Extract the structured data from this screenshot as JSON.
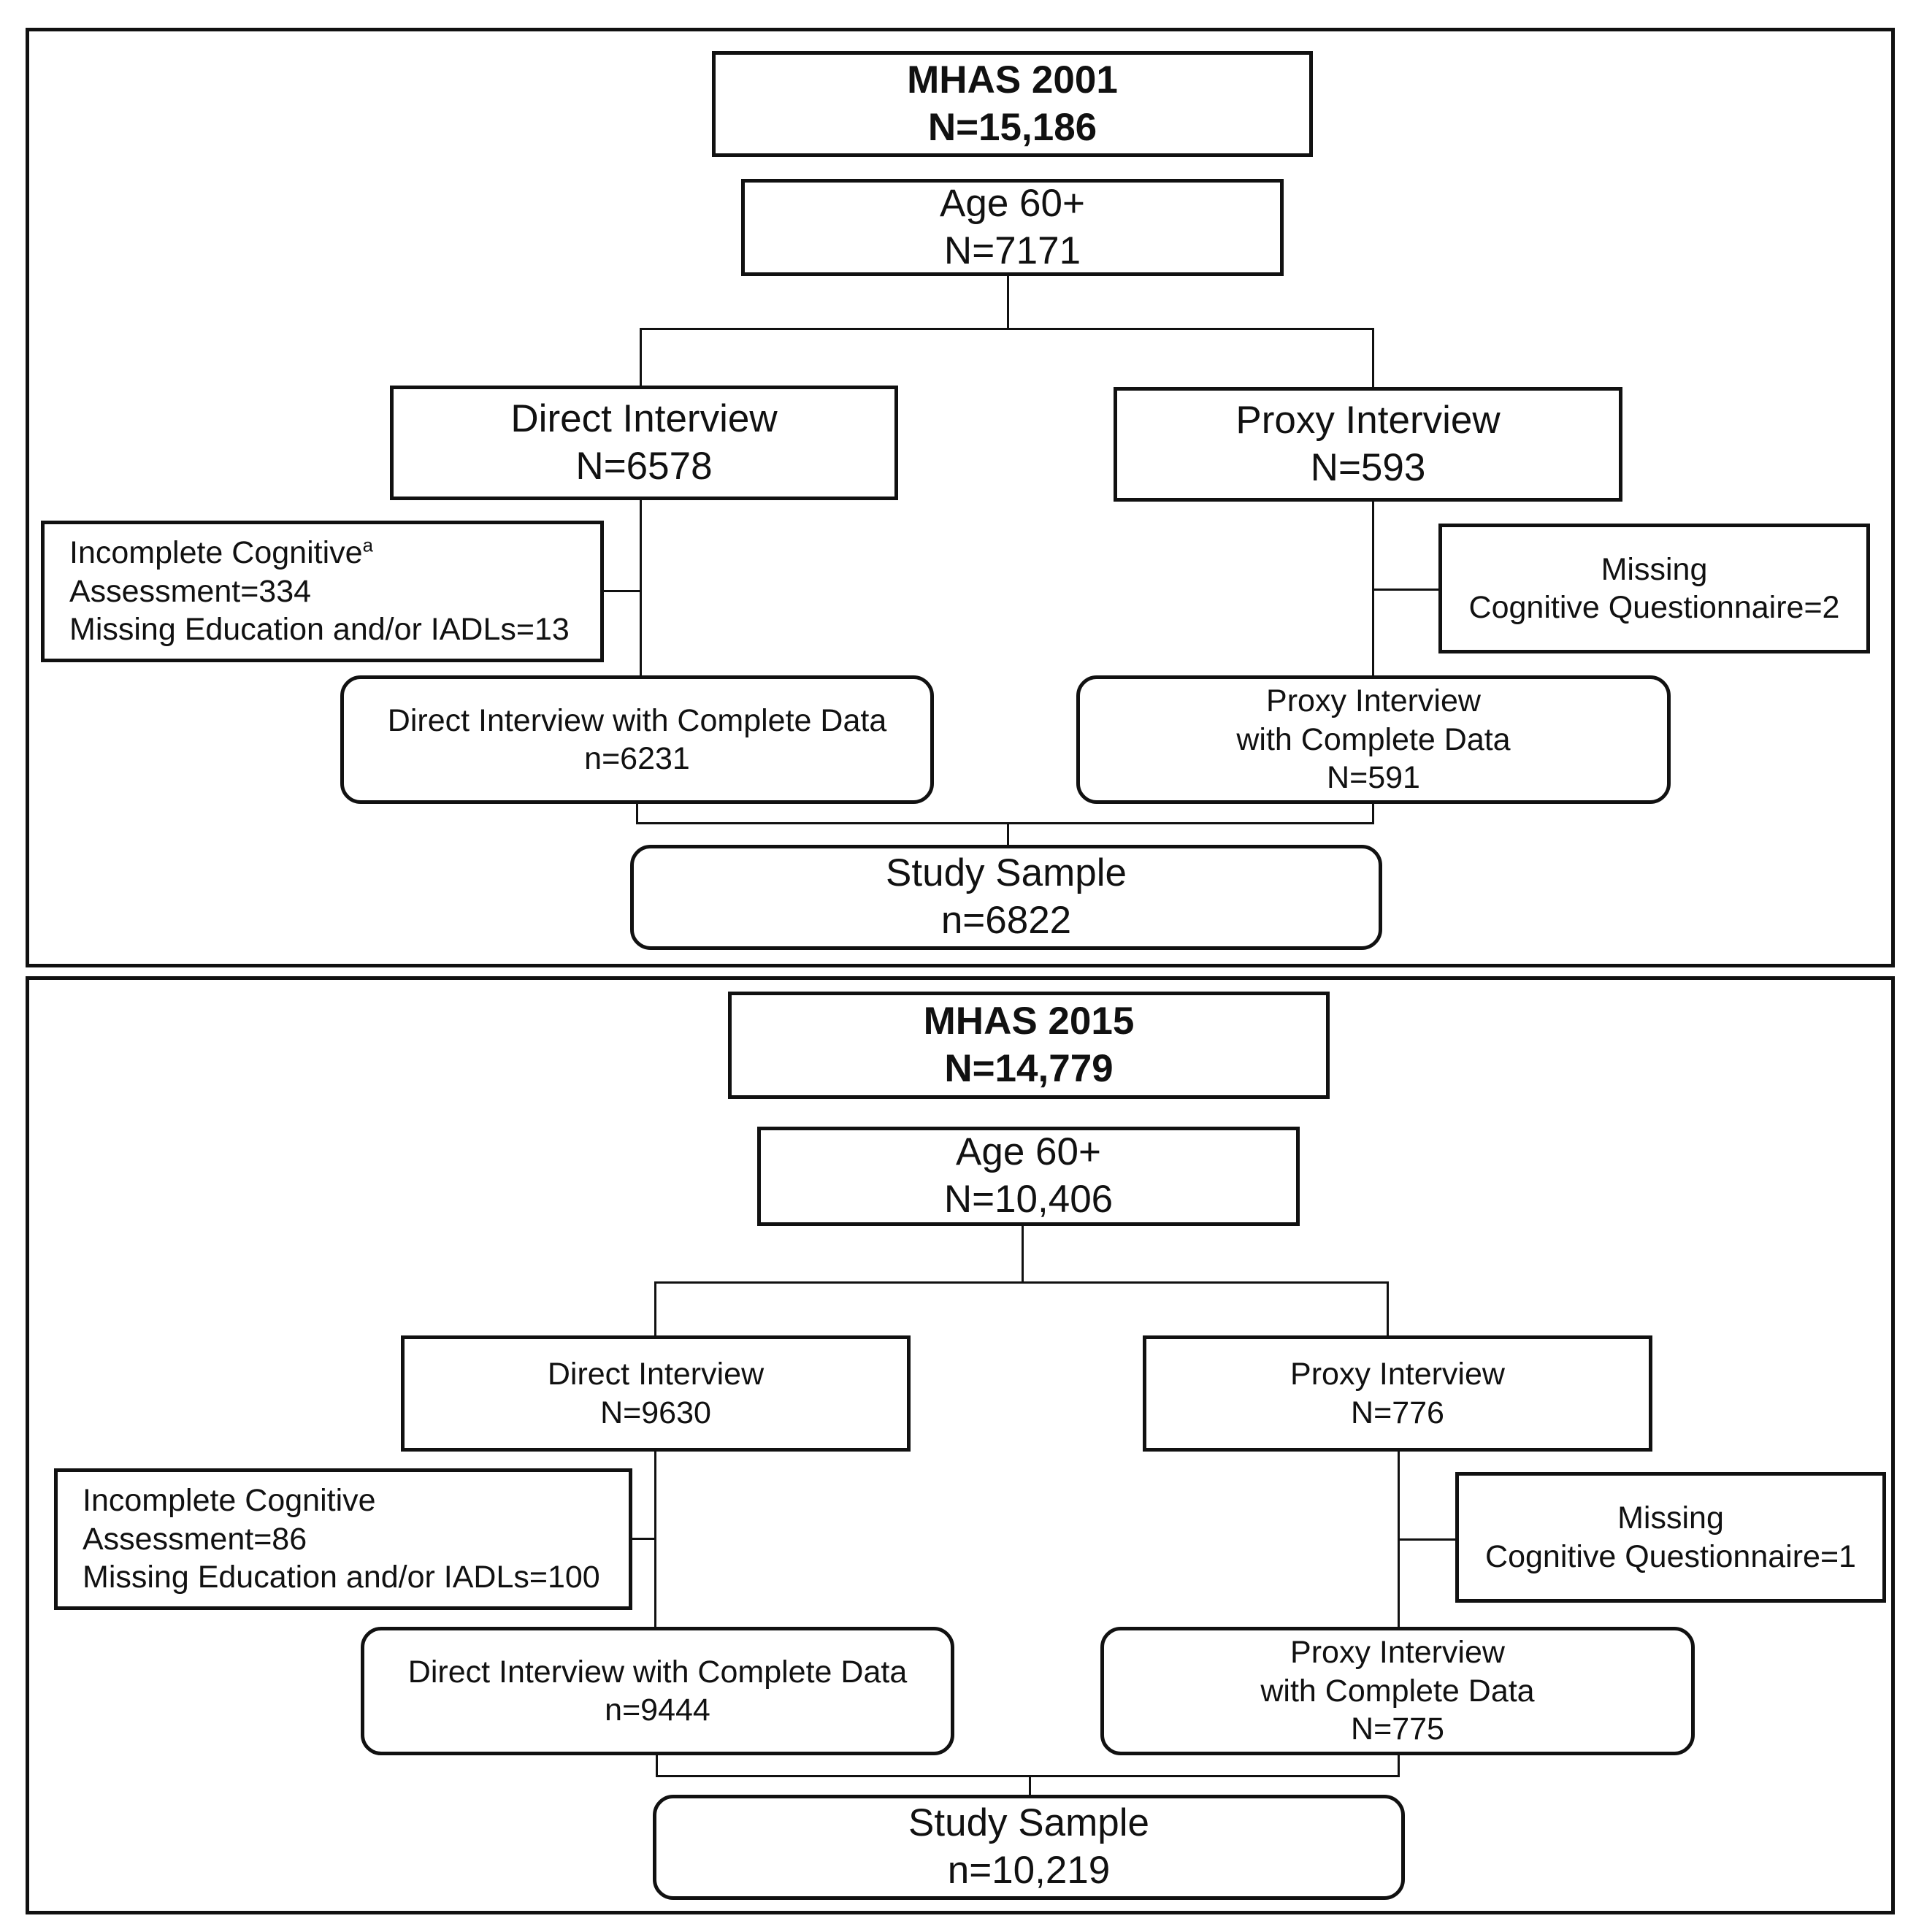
{
  "panels": [
    {
      "top": {
        "title": "MHAS 2001",
        "n": "N=15,186"
      },
      "age": {
        "line1": "Age 60+",
        "line2": "N=7171"
      },
      "direct": {
        "line1": "Direct Interview",
        "line2": "N=6578"
      },
      "proxy": {
        "line1": "Proxy Interview",
        "line2": "N=593"
      },
      "excl_direct": {
        "line1": "Incomplete Cognitive",
        "sup": "a",
        "line2": "Assessment=334",
        "line3": "Missing Education and/or IADLs=13"
      },
      "excl_proxy": {
        "line1": "Missing",
        "line2": "Cognitive Questionnaire=2"
      },
      "direct_complete": {
        "line1": "Direct Interview with Complete Data",
        "line2": "n=6231"
      },
      "proxy_complete": {
        "line1": "Proxy Interview",
        "line2": "with Complete Data",
        "line3": "N=591"
      },
      "sample": {
        "line1": "Study Sample",
        "line2": "n=6822"
      }
    },
    {
      "top": {
        "title": "MHAS 2015",
        "n": "N=14,779"
      },
      "age": {
        "line1": "Age 60+",
        "line2": "N=10,406"
      },
      "direct": {
        "line1": "Direct Interview",
        "line2": "N=9630"
      },
      "proxy": {
        "line1": "Proxy Interview",
        "line2": "N=776"
      },
      "excl_direct": {
        "line1": "Incomplete Cognitive",
        "line2": "Assessment=86",
        "line3": "Missing Education and/or IADLs=100"
      },
      "excl_proxy": {
        "line1": "Missing",
        "line2": "Cognitive Questionnaire=1"
      },
      "direct_complete": {
        "line1": "Direct Interview with Complete Data",
        "line2": "n=9444"
      },
      "proxy_complete": {
        "line1": "Proxy Interview",
        "line2": "with Complete Data",
        "line3": "N=775"
      },
      "sample": {
        "line1": "Study Sample",
        "line2": "n=10,219"
      }
    }
  ]
}
